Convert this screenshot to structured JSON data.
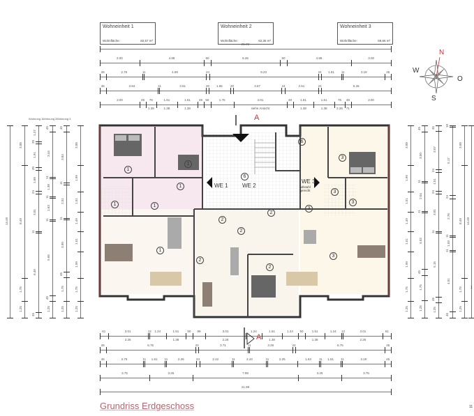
{
  "units": [
    {
      "title": "Wohneinheit 1",
      "area_label": "Wohnfläche:",
      "area": "82,57 m²"
    },
    {
      "title": "Wohneinheit 2",
      "area_label": "Wohnfläche:",
      "area": "62,36 m²"
    },
    {
      "title": "Wohneinheit 3",
      "area_label": "Wohnfläche:",
      "area": "69,66 m²"
    }
  ],
  "dimensions": {
    "top": [
      [
        {
          "l": "21.99"
        }
      ],
      [
        {
          "l": "3.00"
        },
        {
          "l": "4.88"
        },
        {
          "l": "50"
        },
        {
          "l": "5.26"
        },
        {
          "l": "50"
        },
        {
          "l": "4.88"
        },
        {
          "l": "3.00"
        }
      ],
      [
        {
          "l": "45"
        },
        {
          "l": "2.76"
        },
        {
          "l": "11"
        },
        {
          "l": "4.69"
        },
        {
          "l": "24"
        },
        {
          "l": "8.23"
        },
        {
          "l": "24"
        },
        {
          "l": "1.51"
        },
        {
          "l": "11"
        },
        {
          "l": "3.19"
        },
        {
          "l": "45"
        }
      ],
      [
        {
          "l": "45"
        },
        {
          "l": "3.94"
        },
        {
          "l": "11"
        },
        {
          "l": "3.51"
        },
        {
          "l": "20"
        },
        {
          "l": "1.65"
        },
        {
          "l": "20"
        },
        {
          "l": "3.67"
        },
        {
          "l": "24"
        },
        {
          "l": "2.51"
        },
        {
          "l": "24"
        },
        {
          "l": "5.26"
        }
      ],
      [
        {
          "l": "3.00"
        },
        {
          "l": "49"
        },
        {
          "l": "76",
          "s": "1.38"
        },
        {
          "l": "1.61",
          "s": "1.38"
        },
        {
          "l": "1.51",
          "s": "1.38"
        },
        {
          "l": "49"
        },
        {
          "l": "50"
        },
        {
          "l": "1.75"
        },
        {
          "l": "4.01",
          "s": "siehe Ansicht"
        },
        {
          "l": "49"
        },
        {
          "l": "1.51",
          "s": "1.38"
        },
        {
          "l": "1.61",
          "s": "1.38"
        },
        {
          "l": "76",
          "s": "2.26"
        },
        {
          "l": "49",
          "s": "71"
        },
        {
          "l": "3.00"
        }
      ]
    ],
    "bottom": [
      [
        {
          "l": "61"
        },
        {
          "l": "3.01",
          "s": "2.26"
        },
        {
          "l": "12"
        },
        {
          "l": "1.24"
        },
        {
          "l": "1.51",
          "s": "1.38"
        },
        {
          "l": "50"
        },
        {
          "l": "99"
        },
        {
          "l": "3.01",
          "s": "2.26"
        },
        {
          "l": "1.24"
        },
        {
          "l": "1.51",
          "s": "1.38"
        },
        {
          "l": "1.24"
        },
        {
          "l": "50"
        },
        {
          "l": "1.51",
          "s": "1.38"
        },
        {
          "l": "1.24"
        },
        {
          "l": "12"
        },
        {
          "l": "3.01",
          "s": "2.26"
        },
        {
          "l": "61"
        }
      ],
      [
        {
          "l": "45"
        },
        {
          "l": "6.76"
        },
        {
          "l": "24"
        },
        {
          "l": "3.71"
        },
        {
          "l": "11"
        },
        {
          "l": "3.26"
        },
        {
          "l": "24"
        },
        {
          "l": "6.76"
        },
        {
          "l": "45"
        }
      ],
      [
        {
          "l": "45"
        },
        {
          "l": "2.76"
        },
        {
          "l": "11"
        },
        {
          "l": "1.51"
        },
        {
          "l": "11"
        },
        {
          "l": "2.26"
        },
        {
          "l": "24"
        },
        {
          "l": "2.42"
        },
        {
          "l": "11"
        },
        {
          "l": "2.43"
        },
        {
          "l": "11"
        },
        {
          "l": "2.25"
        },
        {
          "l": "1.63"
        },
        {
          "l": "11"
        },
        {
          "l": "1.51"
        },
        {
          "l": "11"
        },
        {
          "l": "3.19"
        },
        {
          "l": "45"
        }
      ],
      [
        {
          "l": "3.75"
        },
        {
          "l": "3.26"
        },
        {
          "l": "7.99"
        },
        {
          "l": "3.26"
        },
        {
          "l": "3.75"
        }
      ],
      [
        {
          "l": "21.99"
        }
      ]
    ],
    "left": [
      [
        {
          "l": "14.49"
        }
      ],
      [
        {
          "l": "3.00"
        },
        {
          "l": "8.49"
        },
        {
          "l": "1.75"
        },
        {
          "l": "1.25"
        }
      ],
      [
        {
          "l": "1.27"
        },
        {
          "l": "20"
        },
        {
          "l": "1.91"
        },
        {
          "l": "20"
        },
        {
          "l": "1.68"
        },
        {
          "l": "24"
        },
        {
          "l": "3.01"
        },
        {
          "l": "11"
        },
        {
          "l": "6.40"
        },
        {
          "l": "45"
        }
      ],
      [
        {
          "l": "45"
        },
        {
          "l": "3.44"
        },
        {
          "l": "11"
        },
        {
          "l": "1.38"
        },
        {
          "l": "11"
        },
        {
          "l": "1.63"
        },
        {
          "l": "11"
        },
        {
          "l": "5.65"
        },
        {
          "l": "45"
        },
        {
          "l": "1.25"
        }
      ],
      [
        {
          "l": "45"
        },
        {
          "l": "3.84"
        },
        {
          "l": "11"
        },
        {
          "l": "2.51"
        },
        {
          "l": "11"
        },
        {
          "l": "3.90"
        },
        {
          "l": "45"
        },
        {
          "l": "1.75"
        },
        {
          "l": "1.25"
        }
      ],
      [
        {
          "l": "3.00"
        },
        {
          "l": "1.99"
        },
        {
          "l": "1.51"
        },
        {
          "l": "1.49"
        },
        {
          "l": "1.51"
        },
        {
          "l": "1.99"
        },
        {
          "l": "1.75"
        },
        {
          "l": "1.25"
        }
      ]
    ],
    "right": [
      [
        {
          "l": "3.00"
        },
        {
          "l": "1.99"
        },
        {
          "l": "1.51"
        },
        {
          "l": "1.49"
        },
        {
          "l": "1.51"
        },
        {
          "l": "1.99"
        },
        {
          "l": "1.75"
        },
        {
          "l": "1.25"
        }
      ],
      [
        {
          "l": "45"
        },
        {
          "l": "3.50"
        },
        {
          "l": "11"
        },
        {
          "l": "2.04"
        },
        {
          "l": "11"
        },
        {
          "l": "4.02"
        },
        {
          "l": "45"
        },
        {
          "l": "1.75"
        },
        {
          "l": "1.25"
        }
      ],
      [
        {
          "l": "45"
        },
        {
          "l": "3.07"
        },
        {
          "l": "24"
        },
        {
          "l": "1.51"
        },
        {
          "l": "24"
        },
        {
          "l": "3.01"
        },
        {
          "l": "11"
        },
        {
          "l": "5.15"
        },
        {
          "l": "45"
        },
        {
          "l": "1.25"
        }
      ],
      [
        {
          "l": "10"
        },
        {
          "l": "5.17"
        },
        {
          "l": "24"
        },
        {
          "l": "2.76"
        },
        {
          "l": "11"
        },
        {
          "l": "1.03"
        },
        {
          "l": "11"
        },
        {
          "l": "4.51"
        },
        {
          "l": "45"
        }
      ],
      [
        {
          "l": "3.00"
        },
        {
          "l": "8.49"
        },
        {
          "l": "1.75"
        },
        {
          "l": "1.25"
        }
      ],
      [
        {
          "l": "14.49"
        }
      ]
    ],
    "col_headers": [
      "Wohnung 1",
      "Wohnung 2",
      "Wohnung 3"
    ]
  },
  "compass": {
    "n": "N",
    "w": "W",
    "o": "O",
    "s": "S"
  },
  "plan": {
    "we1": "WE 1",
    "we2": "WE 2",
    "we3": "WE 3",
    "we3_note": "rollstuhl gerecht",
    "u1": "1",
    "u2": "2",
    "u3": "3",
    "u6": "6",
    "section": "A"
  },
  "title": "Grundriss Erdgeschoss",
  "page_number": "11",
  "side_number": "1"
}
